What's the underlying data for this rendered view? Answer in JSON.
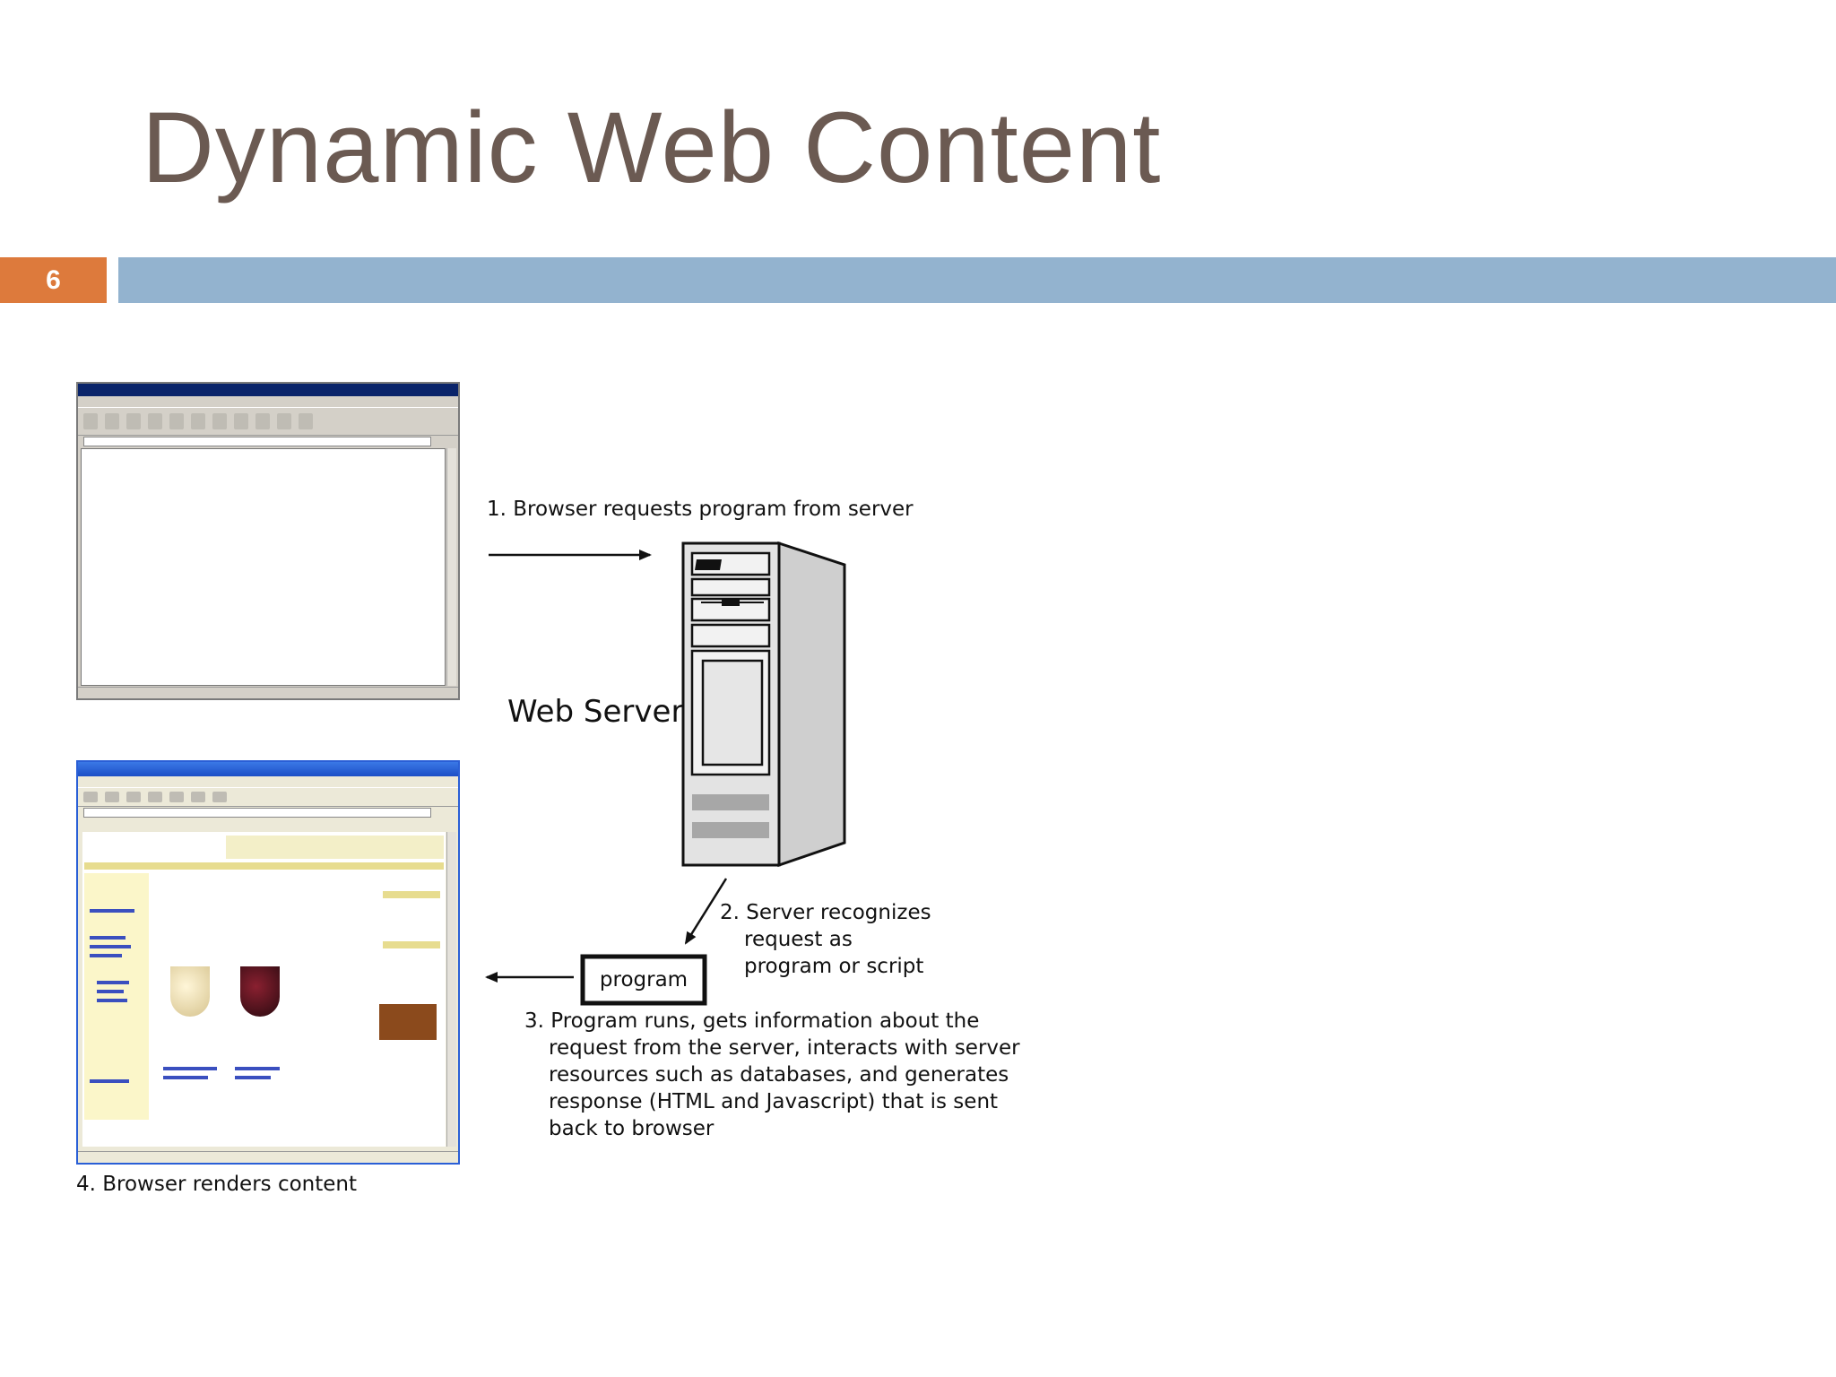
{
  "slide": {
    "title": "Dynamic Web Content",
    "number": "6"
  },
  "diagram": {
    "step1": "1. Browser requests program from server",
    "server_label": "Web Server",
    "step2": [
      "2. Server recognizes",
      "request as",
      "program or script"
    ],
    "program_label": "program",
    "step3": [
      "3. Program runs, gets information about the",
      "request from the server, interacts with server",
      "resources such as databases, and generates",
      "response (HTML and Javascript) that is sent",
      "back to browser"
    ],
    "step4": "4. Browser renders content"
  },
  "icons": [
    "server-icon",
    "browser-window-icon",
    "arrow-right-icon",
    "arrow-left-icon",
    "arrow-down-left-icon"
  ],
  "colors": {
    "title": "#6b5a52",
    "number_bg": "#dd7a3c",
    "bar": "#93b3cf"
  }
}
